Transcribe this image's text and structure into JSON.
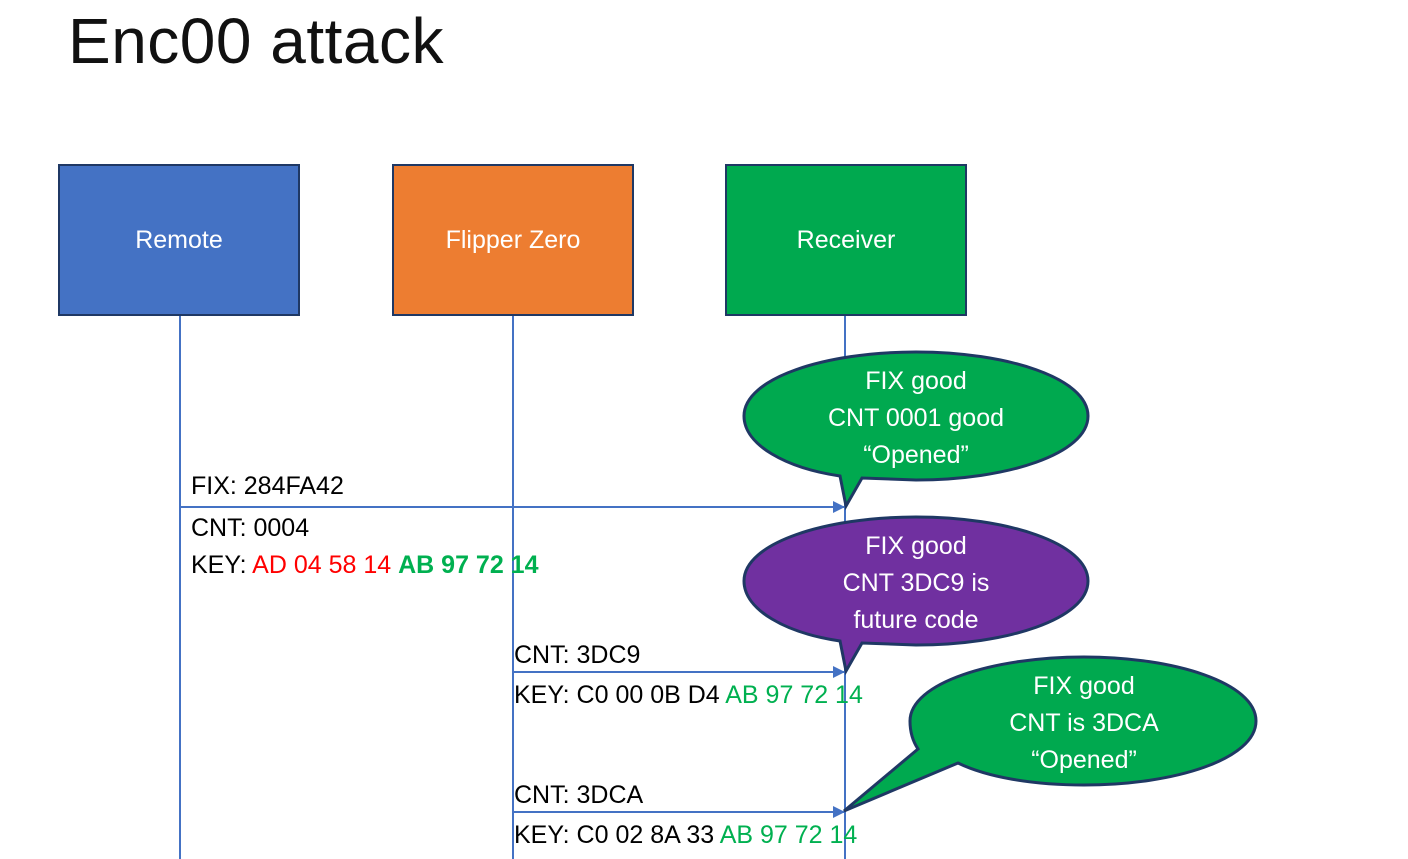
{
  "slide": {
    "title": "Enc00 attack"
  },
  "actors": [
    {
      "id": "remote",
      "label": "Remote",
      "color": "#4472C4"
    },
    {
      "id": "flipper",
      "label": "Flipper Zero",
      "color": "#ED7D31"
    },
    {
      "id": "receiver",
      "label": "Receiver",
      "color": "#00A94F"
    }
  ],
  "messages": [
    {
      "id": "msg1",
      "from": "remote",
      "to": "receiver",
      "fix_line": "FIX: 284FA42",
      "cnt_line": "CNT: 0004",
      "key_label": "KEY: ",
      "key_first": "AD 04 58 14",
      "key_second": "AB 97 72 14"
    },
    {
      "id": "msg2",
      "from": "flipper",
      "to": "receiver",
      "cnt_line": "CNT: 3DC9",
      "key_label": "KEY: C0 00 0B D4 ",
      "key_second": "AB 97 72 14"
    },
    {
      "id": "msg3",
      "from": "flipper",
      "to": "receiver",
      "cnt_line": "CNT: 3DCA",
      "key_label": "KEY: C0 02 8A 33 ",
      "key_second": "AB 97 72 14"
    }
  ],
  "callouts": [
    {
      "id": "callout-1",
      "color": "#00A94F",
      "line1": "FIX good",
      "line2": "CNT 0001 good",
      "line3": "“Opened”"
    },
    {
      "id": "callout-2",
      "color": "#7030A0",
      "line1": "FIX good",
      "line2": "CNT 3DC9 is",
      "line3": "future code"
    },
    {
      "id": "callout-3",
      "color": "#00A94F",
      "line1": "FIX good",
      "line2": "CNT is 3DCA",
      "line3": "“Opened”"
    }
  ],
  "colors": {
    "hex_red": "#FF0000",
    "hex_green": "#00B050",
    "lifeline_blue": "#4472C4",
    "outline_navy": "#1F3864"
  }
}
